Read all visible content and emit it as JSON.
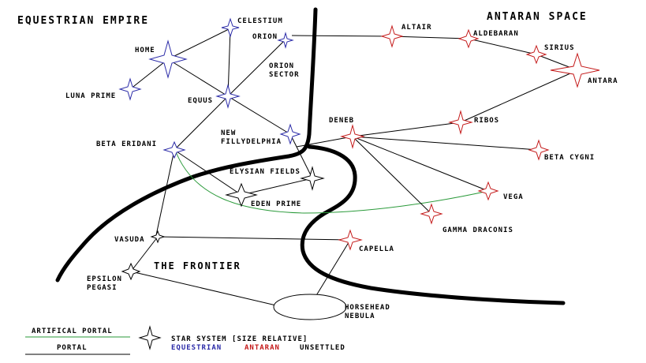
{
  "regions": {
    "equestrian": "EQUESTRIAN EMPIRE",
    "antaran": "ANTARAN SPACE",
    "frontier": "THE FRONTIER"
  },
  "colors": {
    "equestrian": "#2b2ba8",
    "antaran": "#c41a1a",
    "unsettled": "#000000",
    "artificial_portal": "#2a9a3a",
    "portal": "#000000"
  },
  "systems": {
    "celestium": "CELESTIUM",
    "orion": "ORION",
    "home": "HOME",
    "orion_sector_1": "ORION",
    "orion_sector_2": "SECTOR",
    "luna_prime": "LUNA PRIME",
    "equus": "EQUUS",
    "new_fillydelphia_1": "NEW",
    "new_fillydelphia_2": "FILLYDELPHIA",
    "beta_eridani": "BETA ERIDANI",
    "elysian_fields": "ELYSIAN FIELDS",
    "eden_prime": "EDEN PRIME",
    "vasuda": "VASUDA",
    "epsilon_pegasi_1": "EPSILON",
    "epsilon_pegasi_2": "PEGASI",
    "horsehead_nebula_1": "HORSEHEAD",
    "horsehead_nebula_2": "NEBULA",
    "altair": "ALTAIR",
    "aldebaran": "ALDEBARAN",
    "sirius": "SIRIUS",
    "antara": "ANTARA",
    "deneb": "DENEB",
    "ribos": "RIBOS",
    "beta_cygni": "BETA CYGNI",
    "vega": "VEGA",
    "gamma_draconis": "GAMMA DRACONIS",
    "capella": "CAPELLA"
  },
  "legend": {
    "artificial_portal": "ARTIFICAL PORTAL",
    "portal": "PORTAL",
    "star_system": "STAR SYSTEM [SIZE RELATIVE]",
    "equestrian": "EQUESTRIAN",
    "antaran": "ANTARAN",
    "unsettled": "UNSETTLED"
  }
}
